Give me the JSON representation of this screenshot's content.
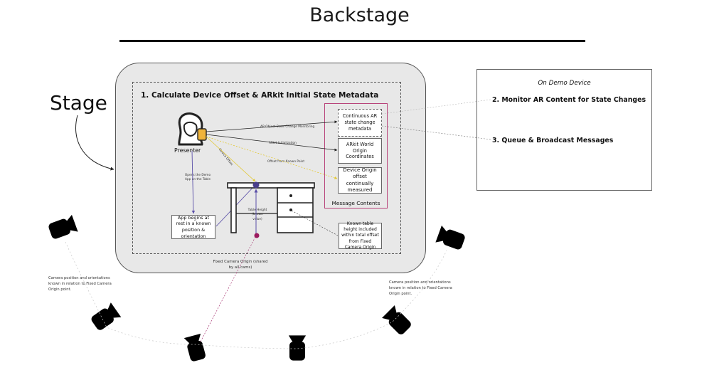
{
  "title": "Backstage",
  "stage_label": "Stage",
  "step1": "1.  Calculate Device Offset & ARkit Initial State Metadata",
  "presenter": "Presenter",
  "message_contents": {
    "label": "Message Contents",
    "items": [
      "Continuous AR state change metadata",
      "ARkit World Origin Coordinates",
      "Device Origin offset continually measured"
    ]
  },
  "app_box": "App begins at rest in a known position & orientation",
  "table_box": "Known table height included within total offset from Fixed Camera Origin",
  "edge_labels": {
    "state_monitoring": "AR Object State Change Monitoring",
    "arkit_init": "ARkit Initialization",
    "device_offset": "Device Offset",
    "offset_known": "Offset from Known Point",
    "opens_app": "Opens the Demo App on the Table",
    "table_height": "Table Height (known value)"
  },
  "fixed_origin": "Fixed Camera Origin (shared by all cams)",
  "camera_note_left": "Camera position and orientations known in relation to Fixed Camera Origin point.",
  "camera_note_right": "Camera position and orientations known in relation to Fixed Camera Origin point.",
  "demo_device": {
    "title": "On Demo Device",
    "step2": "2. Monitor AR Content for State Changes",
    "step3": "3. Queue & Broadcast Messages"
  },
  "colors": {
    "stage_fill": "#e8e8e8",
    "message_border": "#b8437a",
    "presenter_line": "#5a4fa8",
    "origin_dot": "#9b1a5f",
    "table_dot": "#4a3f8a",
    "yellow_line": "#e3c832",
    "phone": "#f0b43a"
  },
  "icons": [
    "presenter-icon",
    "phone-icon",
    "desk-icon",
    "camera-icon"
  ]
}
